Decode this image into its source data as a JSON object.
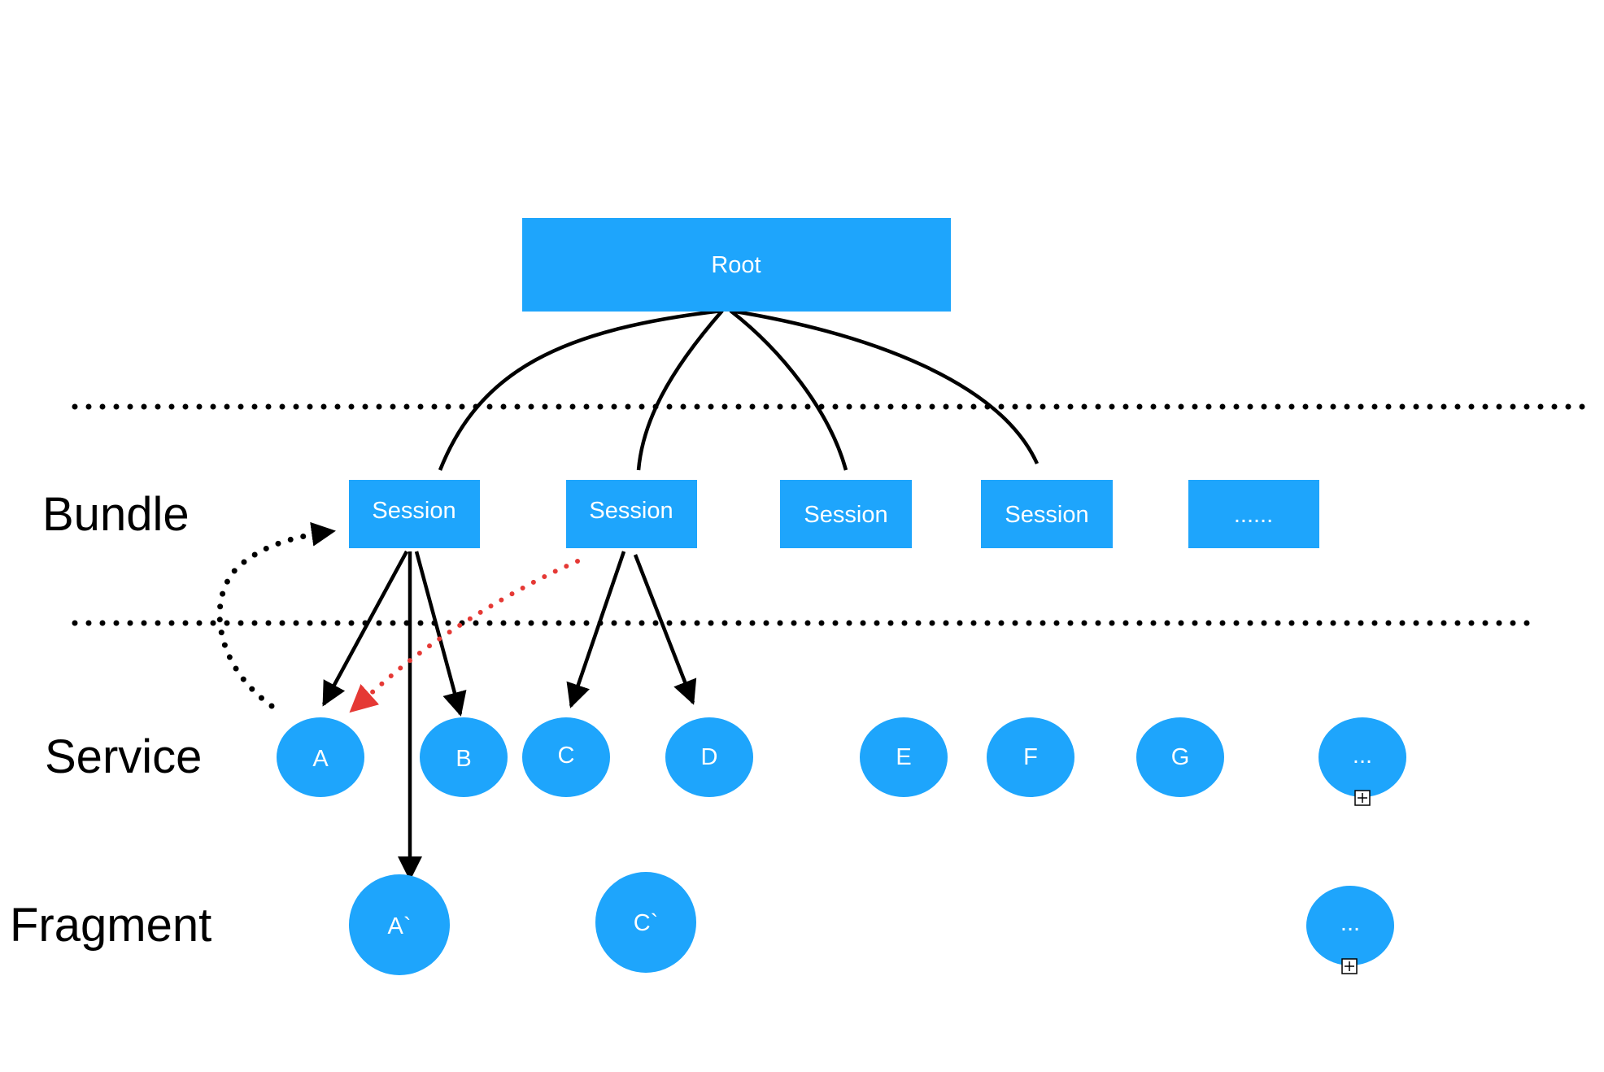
{
  "colors": {
    "node_fill": "#1ea5fc",
    "node_text": "#ffffff",
    "edge": "#000000",
    "highlight_edge": "#e53935",
    "background": "#ffffff"
  },
  "row_labels": {
    "bundle": "Bundle",
    "service": "Service",
    "fragment": "Fragment"
  },
  "root": {
    "label": "Root"
  },
  "sessions": [
    {
      "label": "Session"
    },
    {
      "label": "Session"
    },
    {
      "label": "Session"
    },
    {
      "label": "Session"
    },
    {
      "label": "......"
    }
  ],
  "services": [
    {
      "label": "A"
    },
    {
      "label": "B"
    },
    {
      "label": "C"
    },
    {
      "label": "D"
    },
    {
      "label": "E"
    },
    {
      "label": "F"
    },
    {
      "label": "G"
    },
    {
      "label": "..."
    }
  ],
  "fragments": [
    {
      "label": "A`"
    },
    {
      "label": "C`"
    },
    {
      "label": "..."
    }
  ],
  "icons": {
    "service_expand": "plus-box-icon",
    "fragment_expand": "plus-box-icon"
  }
}
